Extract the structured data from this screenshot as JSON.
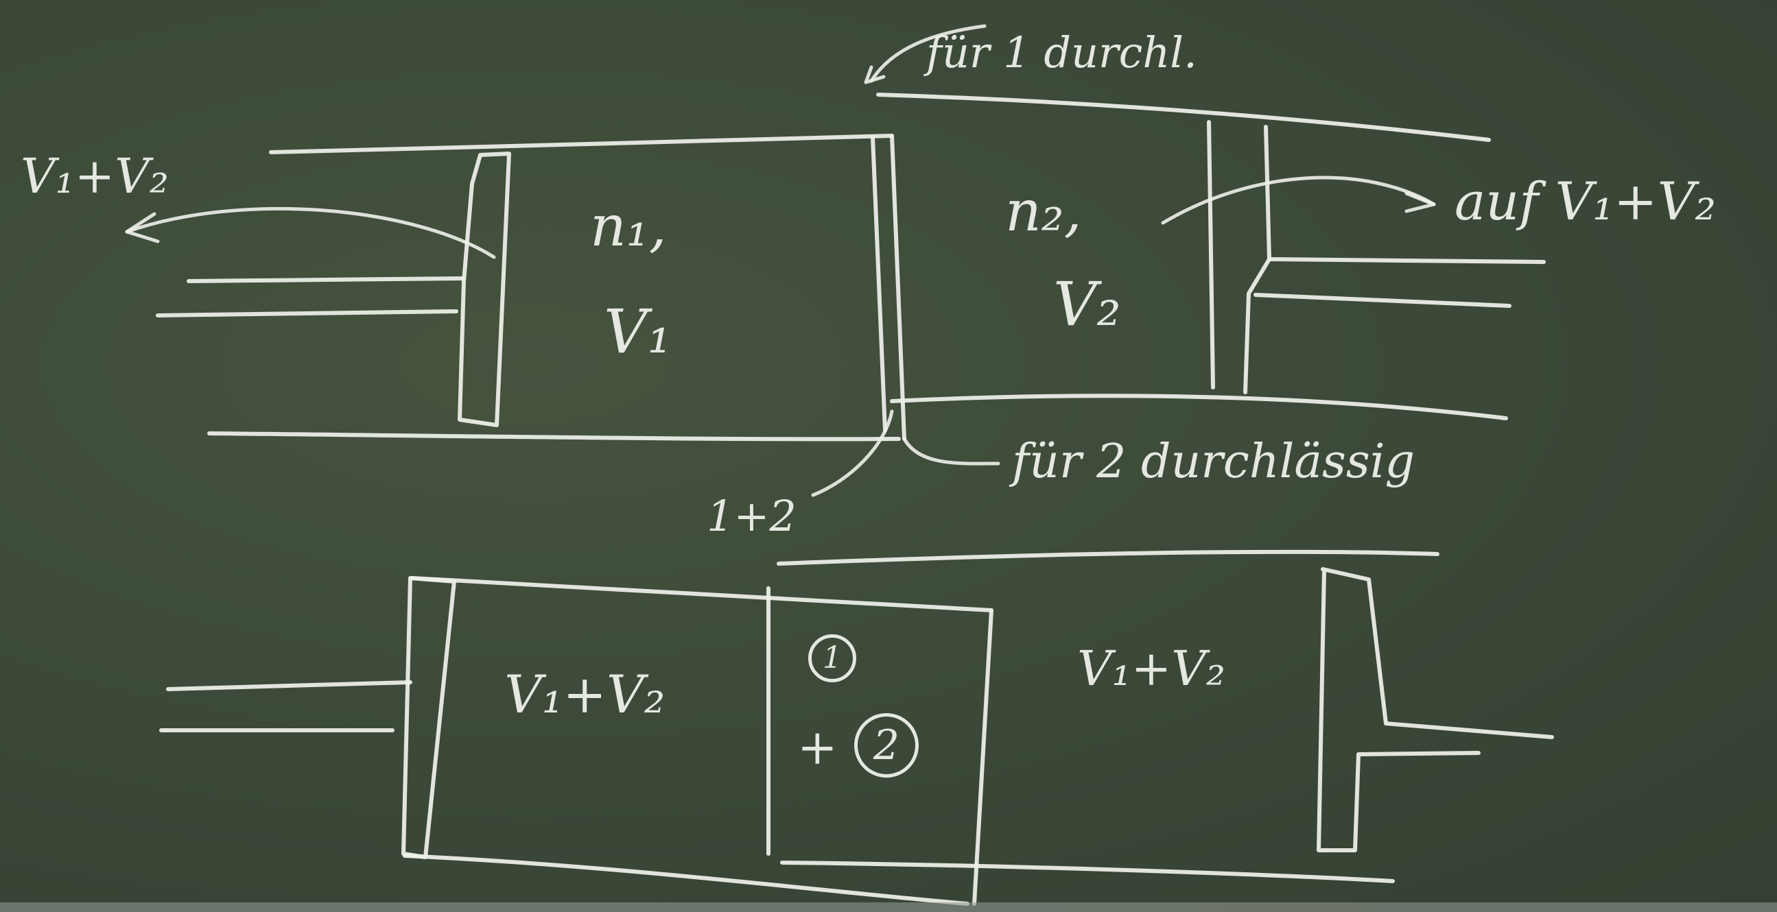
{
  "top": {
    "left_chamber_label": "n₁,",
    "left_chamber_volume": "V₁",
    "right_chamber_label": "n₂,",
    "right_chamber_volume": "V₂",
    "left_arrow_label": "V₁+V₂",
    "right_arrow_label": "auf V₁+V₂",
    "membrane_top_label": "für 1 durchl.",
    "membrane_bottom_label": "für 2 durchlässig",
    "mixture_label": "1+2"
  },
  "bottom": {
    "left_volume": "V₁+V₂",
    "right_volume": "V₁+V₂",
    "middle_top": "1",
    "middle_plus": "+",
    "middle_bottom": "2"
  },
  "colors": {
    "board": "#3d4a3a",
    "chalk": "#eef1ea"
  }
}
